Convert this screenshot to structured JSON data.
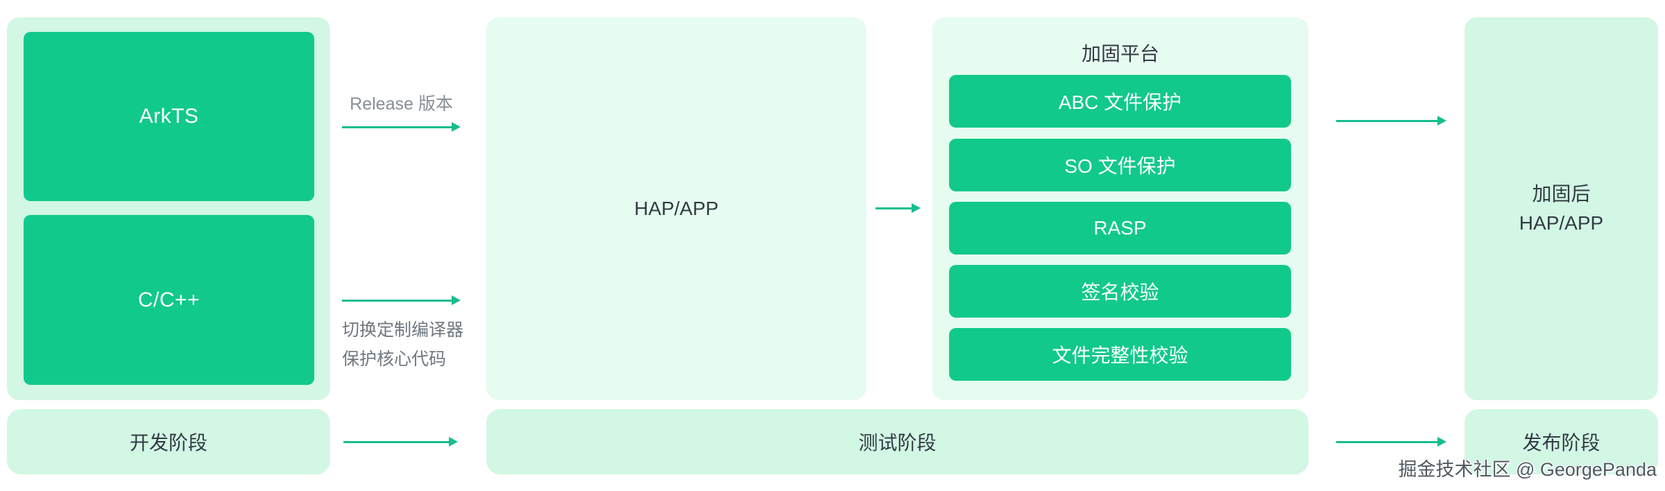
{
  "colors": {
    "accent_green": "#11c98b",
    "mint_panel": "#d2f7e4",
    "pale_panel": "#e6fcf0",
    "arrow_green": "#16bd8e",
    "text_dark": "#333b44",
    "text_gray": "#868e96",
    "text_white": "#ffffff"
  },
  "dev_panel": {
    "boxes": [
      "ArkTS",
      "C/C++"
    ]
  },
  "arrows": {
    "release_label": "Release 版本",
    "compiler_label_line1": "切换定制编译器",
    "compiler_label_line2": "保护核心代码"
  },
  "hap_panel": {
    "label": "HAP/APP"
  },
  "platform_panel": {
    "title": "加固平台",
    "items": [
      "ABC 文件保护",
      "SO 文件保护",
      "RASP",
      "签名校验",
      "文件完整性校验"
    ]
  },
  "result_panel": {
    "label_line1": "加固后",
    "label_line2": "HAP/APP"
  },
  "stages": {
    "dev": "开发阶段",
    "test": "测试阶段",
    "release": "发布阶段"
  },
  "watermark": "掘金技术社区 @ GeorgePanda"
}
